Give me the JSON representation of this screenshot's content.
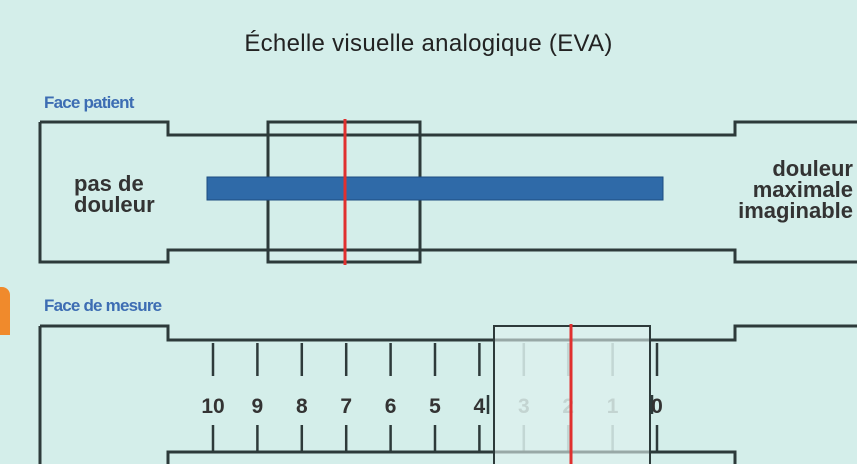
{
  "title": "Échelle visuelle analogique (EVA)",
  "face_patient": {
    "label": "Face patient",
    "left_text": [
      "pas de",
      "douleur"
    ],
    "right_text": [
      "douleur",
      "maximale",
      "imaginable"
    ]
  },
  "face_mesure": {
    "label": "Face de mesure",
    "scale_labels": [
      "10",
      "9",
      "8",
      "7",
      "6",
      "5",
      "4",
      "3",
      "2",
      "1",
      "0"
    ]
  },
  "colors": {
    "background": "#d4eeea",
    "outline": "#2d3a3a",
    "bar": "#2f6aa8",
    "cursor_line": "#e0302f",
    "label_blue": "#3d6db3",
    "accent_orange": "#f08a2c"
  }
}
